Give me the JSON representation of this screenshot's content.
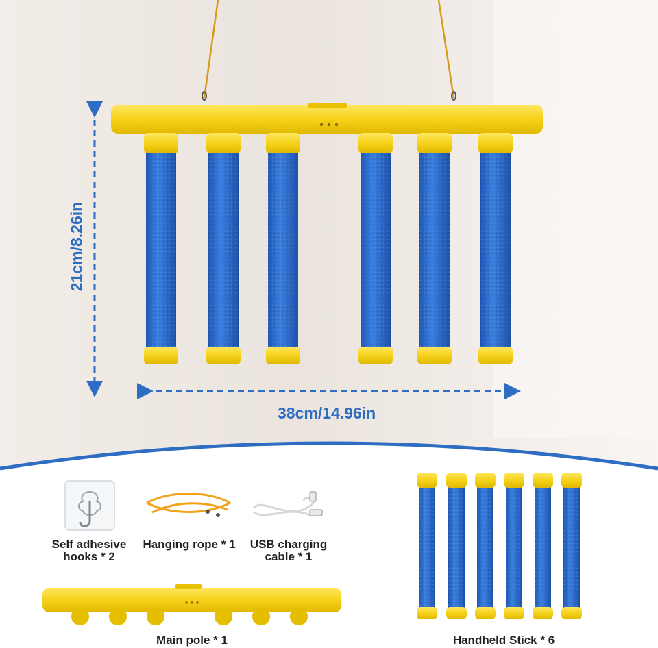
{
  "dimensions": {
    "height_label": "21cm/8.26in",
    "width_label": "38cm/14.96in"
  },
  "components": {
    "hooks_label_line1": "Self adhesive",
    "hooks_label_line2": "hooks * 2",
    "rope_label": "Hanging rope * 1",
    "cable_label_line1": "USB charging",
    "cable_label_line2": "cable * 1",
    "main_pole_label": "Main pole * 1",
    "sticks_label": "Handheld Stick * 6"
  },
  "colors": {
    "yellow": "#f6d21b",
    "blue": "#2d6fd1",
    "dimension_blue": "#2f6dc3",
    "rope_orange": "#f2a21b",
    "text_dark": "#222222"
  },
  "counts": {
    "hanging_sticks": 6,
    "loose_sticks": 6
  }
}
